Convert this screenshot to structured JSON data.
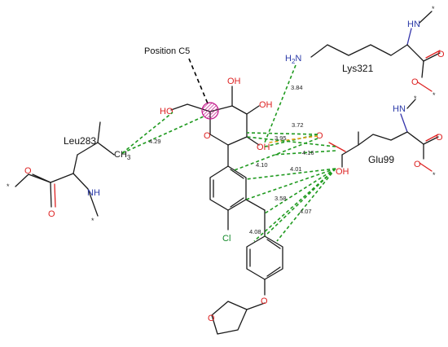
{
  "callout": {
    "label": "Position C5"
  },
  "residues": {
    "leu283": "Leu283",
    "lys321": "Lys321",
    "glu99": "Glu99"
  },
  "atoms": {
    "oh": "OH",
    "ho": "HO",
    "o": "O",
    "n_h": "NH",
    "h_n": "HN",
    "h2n": "H2N",
    "h2n_main": "H",
    "h2n_sub": "2",
    "h2n_n": "N",
    "cl": "Cl",
    "ch3_c": "CH",
    "ch3_sub": "3",
    "star": "*"
  },
  "distances": {
    "d1": "3.84",
    "d2": "3.72",
    "d3": "3.95",
    "d4": "4.16",
    "d5": "4.29",
    "d6": "4.10",
    "d7": "4.01",
    "d8": "3.58",
    "d9": "4.07",
    "d10": "4.08"
  },
  "colors": {
    "hbond": "#1f9a1f",
    "hbond_alt": "#e7a21a",
    "oxygen": "#d22222",
    "nitrogen": "#2b3aa8",
    "chlorine": "#138a2a",
    "highlight": "#d0339a"
  }
}
